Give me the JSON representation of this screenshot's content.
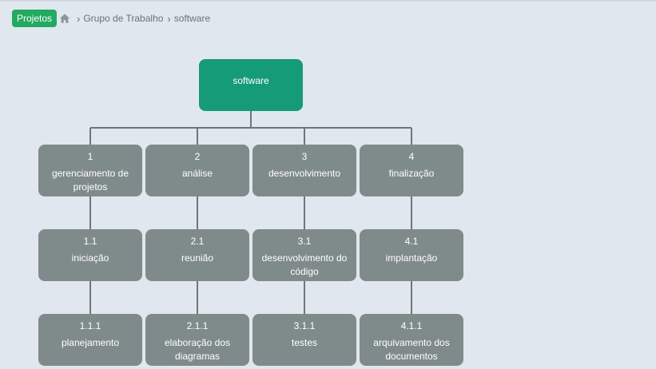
{
  "header": {
    "projects_button": "Projetos",
    "breadcrumb": [
      "Grupo de Trabalho",
      "software"
    ]
  },
  "tree": {
    "root": "software",
    "columns": [
      {
        "levels": [
          {
            "num": "1",
            "label": "gerenciamento de projetos"
          },
          {
            "num": "1.1",
            "label": "iniciação"
          },
          {
            "num": "1.1.1",
            "label": "planejamento"
          }
        ]
      },
      {
        "levels": [
          {
            "num": "2",
            "label": "análise"
          },
          {
            "num": "2.1",
            "label": "reunião"
          },
          {
            "num": "2.1.1",
            "label": "elaboração dos diagramas"
          }
        ]
      },
      {
        "levels": [
          {
            "num": "3",
            "label": "desenvolvimento"
          },
          {
            "num": "3.1",
            "label": "desenvolvimento do código"
          },
          {
            "num": "3.1.1",
            "label": "testes"
          }
        ]
      },
      {
        "levels": [
          {
            "num": "4",
            "label": "finalização"
          },
          {
            "num": "4.1",
            "label": "implantação"
          },
          {
            "num": "4.1.1",
            "label": "arquivamento dos documentos"
          }
        ]
      }
    ]
  }
}
